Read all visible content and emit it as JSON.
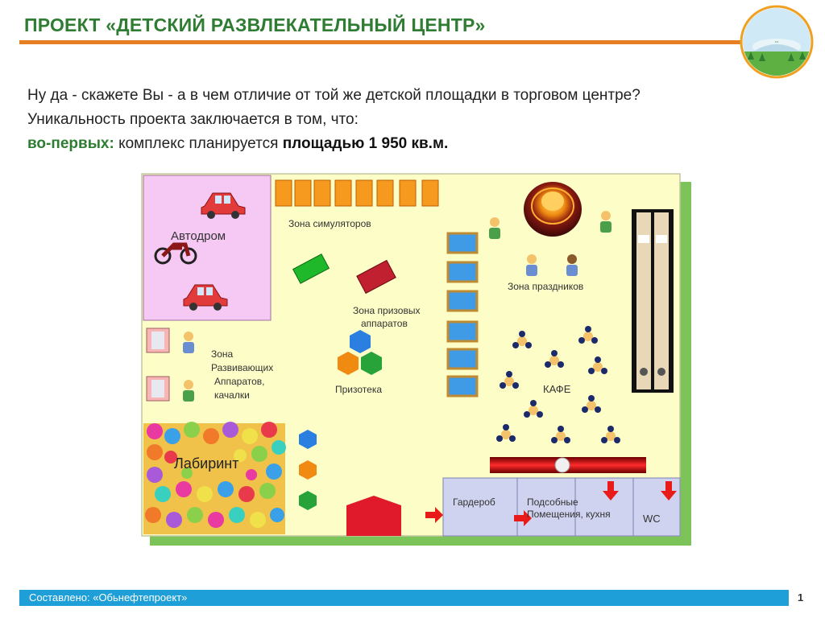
{
  "slide": {
    "title": "ПРОЕКТ «ДЕТСКИЙ РАЗВЛЕКАТЕЛЬНЫЙ ЦЕНТР»",
    "line1": "Ну да - скажете Вы -  а в чем отличие от той же детской площадки в торговом центре?",
    "line2": "Уникальность проекта заключается в том, что:",
    "line3_highlight": "во-первых:",
    "line3_text": " комплекс планируется ",
    "line3_bold": "площадью 1 950 кв.м.",
    "footer": "Составлено: «Обьнефтепроект»",
    "page": "1"
  },
  "plan": {
    "avtodrom": "Автодром",
    "zona_simulyatorov": "Зона симуляторов",
    "zona_prazdnikov": "Зона праздников",
    "zona_prizovyh_1": "Зона призовых",
    "zona_prizovyh_2": "аппаратов",
    "prizoteka": "Призотека",
    "zona_razv_1": "Зона",
    "zona_razv_2": "Развивающих",
    "zona_razv_3": "Аппаратов,",
    "zona_razv_4": "качалки",
    "labirint": "Лабиринт",
    "kafe": "КАФЕ",
    "garderob": "Гардероб",
    "podsob_1": "Подсобные",
    "podsob_2": "Помещения, кухня",
    "wc": "WC"
  },
  "colors": {
    "title_green": "#2e7d32",
    "rule_orange": "#e67e22",
    "footer_blue": "#1e9fd8",
    "floor_yellow": "#fdfdc8",
    "avtodrom_pink": "#f6c8f4"
  }
}
